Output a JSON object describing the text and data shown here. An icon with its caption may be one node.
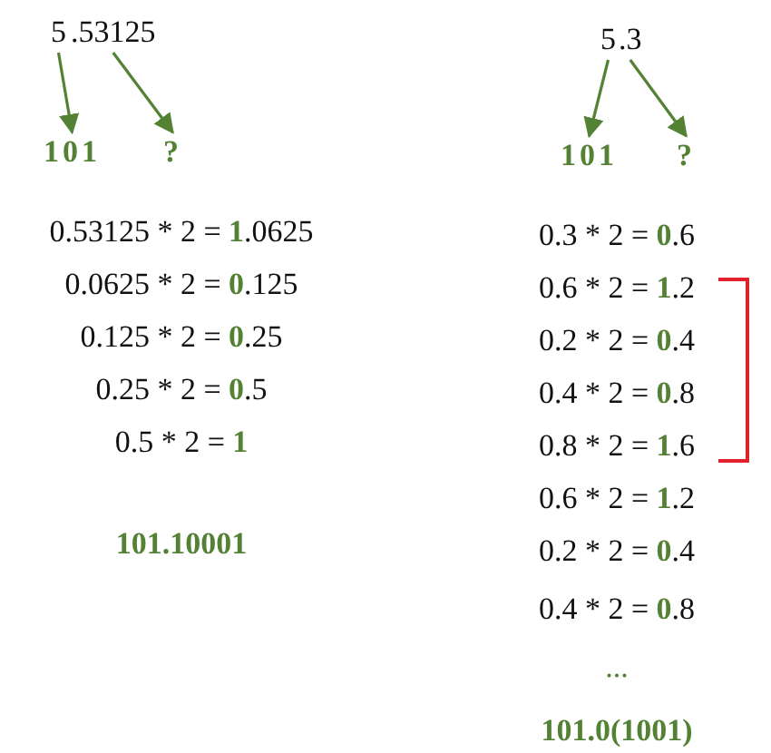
{
  "diagram": {
    "nodes": [
      {
        "text": [
          "5"
        ]
      },
      {
        "text": [
          ".53125"
        ]
      },
      {
        "text": [
          "101"
        ]
      },
      {
        "text": [
          "?"
        ]
      },
      {
        "text": [
          "5"
        ]
      },
      {
        "text": [
          ".3"
        ]
      },
      {
        "text": [
          "101"
        ]
      },
      {
        "text": [
          "?"
        ]
      }
    ],
    "edges": [
      {
        "from": 0,
        "to": 2,
        "arrow": "to"
      },
      {
        "from": 1,
        "to": 3,
        "arrow": "to"
      },
      {
        "from": 4,
        "to": 6,
        "arrow": "to"
      },
      {
        "from": 5,
        "to": 7,
        "arrow": "to"
      }
    ],
    "labels": [
      "0.53125 * 2 = 1.0625",
      "0.0625 * 2 = 0.125",
      "0.125 * 2 = 0.25",
      "0.25 * 2 = 0.5",
      "0.5 * 2 = 1",
      "101.10001",
      "0.3 * 2 = 0.6",
      "0.6 * 2 = 1.2",
      "0.2 * 2 = 0.4",
      "0.4 * 2 = 0.8",
      "0.8 * 2 = 1.6",
      "0.6 * 2 = 1.2",
      "0.2 * 2 = 0.4",
      "0.4 * 2 = 0.8",
      "...",
      "101.0(1001)"
    ]
  }
}
